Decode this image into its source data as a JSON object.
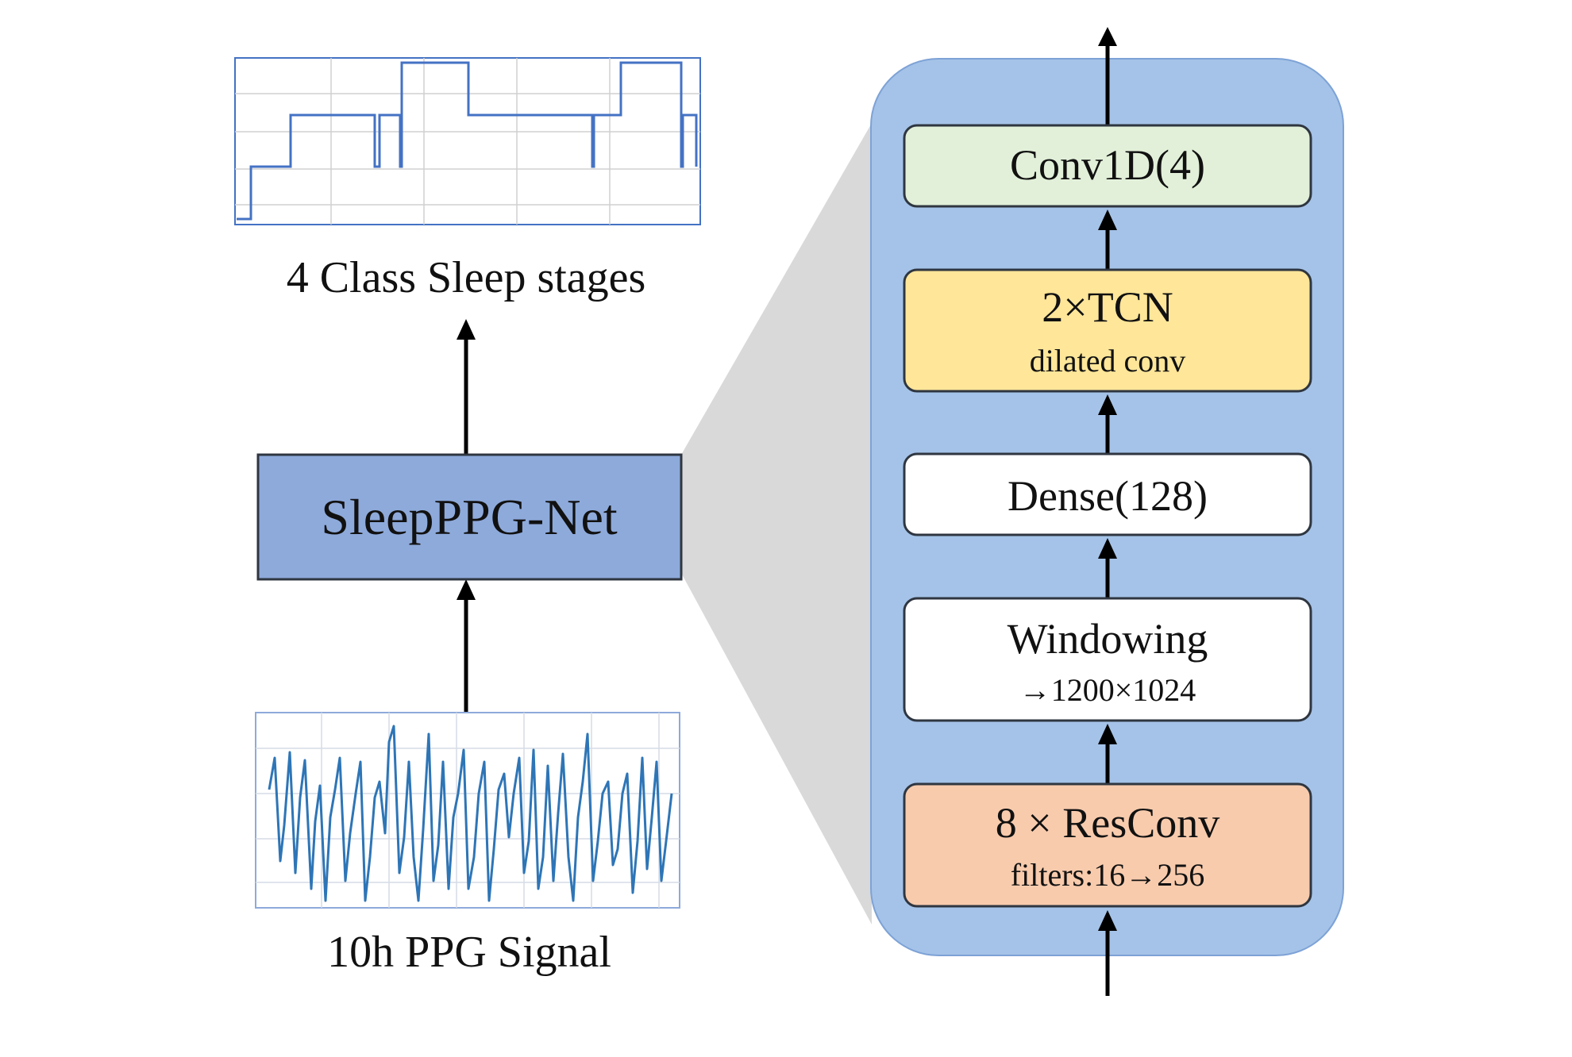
{
  "left": {
    "output_label": "4 Class Sleep stages",
    "model_label": "SleepPPG-Net",
    "input_label": "10h PPG Signal"
  },
  "layers": [
    {
      "title": "Conv1D(4)",
      "subtitle": "",
      "color": "#e2f0d9"
    },
    {
      "title": "2×TCN",
      "subtitle": "dilated conv",
      "color": "#ffe699"
    },
    {
      "title": "Dense(128)",
      "subtitle": "",
      "color": "#ffffff"
    },
    {
      "title": "Windowing",
      "subtitle": "→1200×1024",
      "color": "#ffffff"
    },
    {
      "title": "8 × ResConv",
      "subtitle": "filters:16→256",
      "color": "#f8cbad"
    }
  ],
  "colors": {
    "panel": "#a5c3e8",
    "model_box": "#8eaadb",
    "hypnogram_line": "#4472c4",
    "ppg_line": "#2e75b6",
    "zoom_wedge": "#d9d9d9"
  }
}
